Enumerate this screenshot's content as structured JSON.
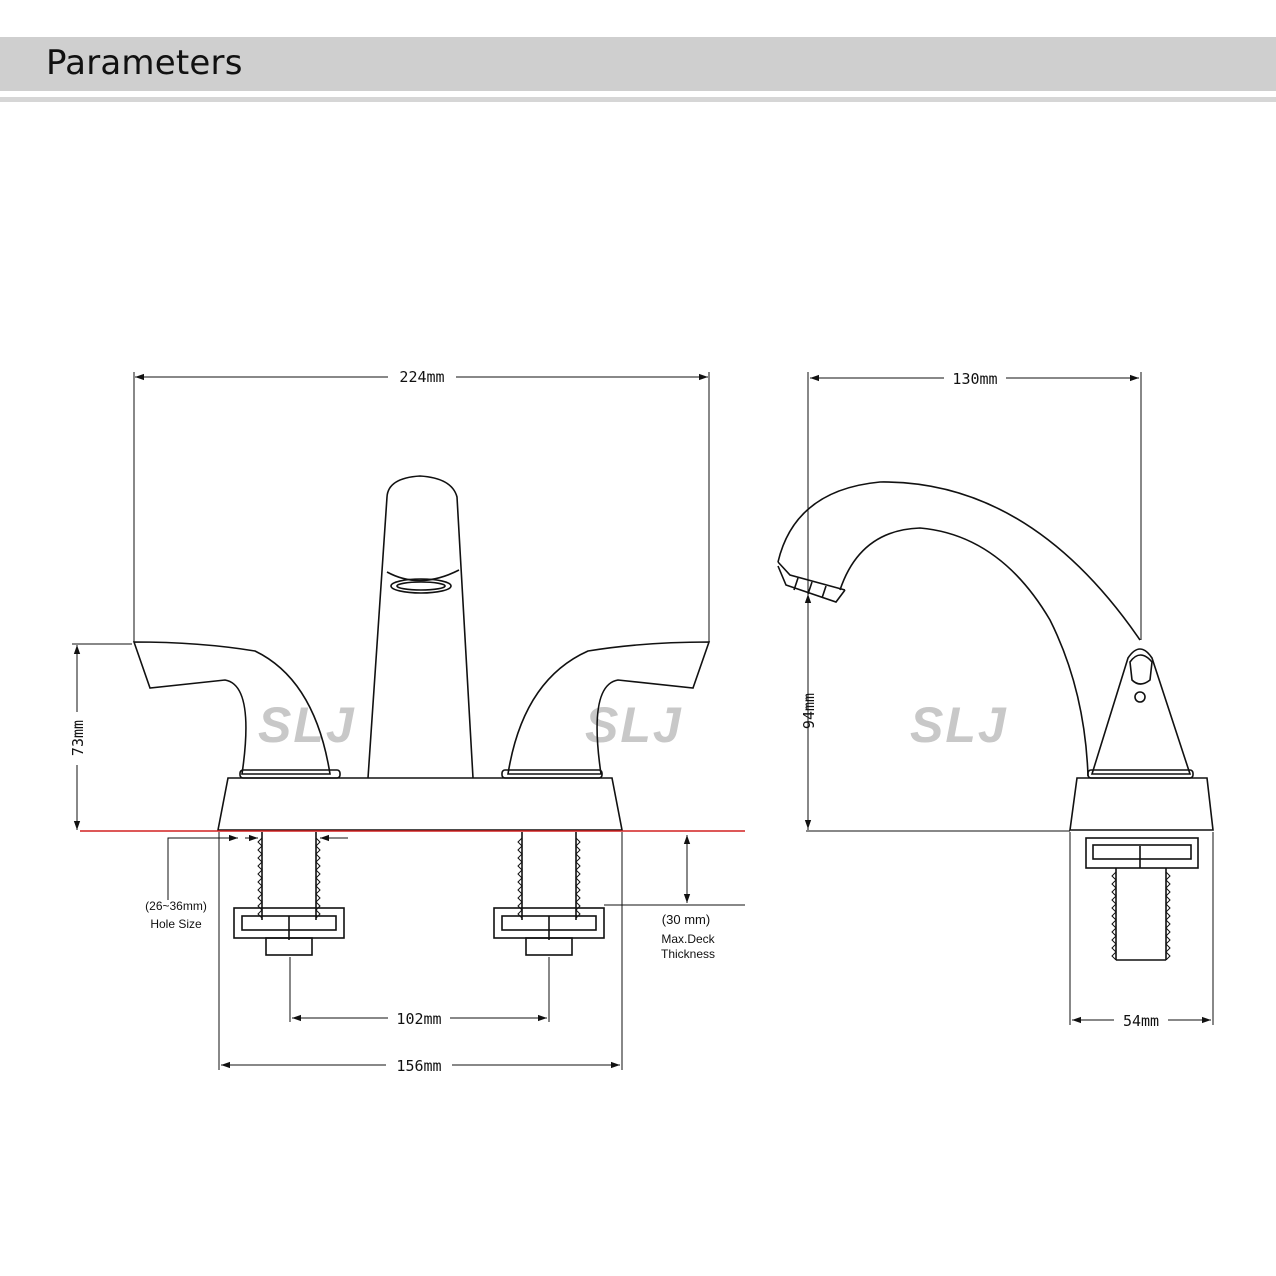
{
  "header": {
    "title": "Parameters"
  },
  "front_view": {
    "overall_width": "224mm",
    "height": "73mm",
    "center_distance": "102mm",
    "base_width": "156mm",
    "hole_size_value": "(26~36mm)",
    "hole_size_label": "Hole Size",
    "deck_value": "(30 mm)",
    "deck_label_line1": "Max.Deck",
    "deck_label_line2": "Thickness"
  },
  "side_view": {
    "reach": "130mm",
    "spout_height": "94mm",
    "base_depth": "54mm"
  },
  "watermark": {
    "text": "SLJ"
  },
  "colors": {
    "header_bg": "#cfcfcf",
    "deck_line": "#d22020",
    "line": "#111111"
  }
}
